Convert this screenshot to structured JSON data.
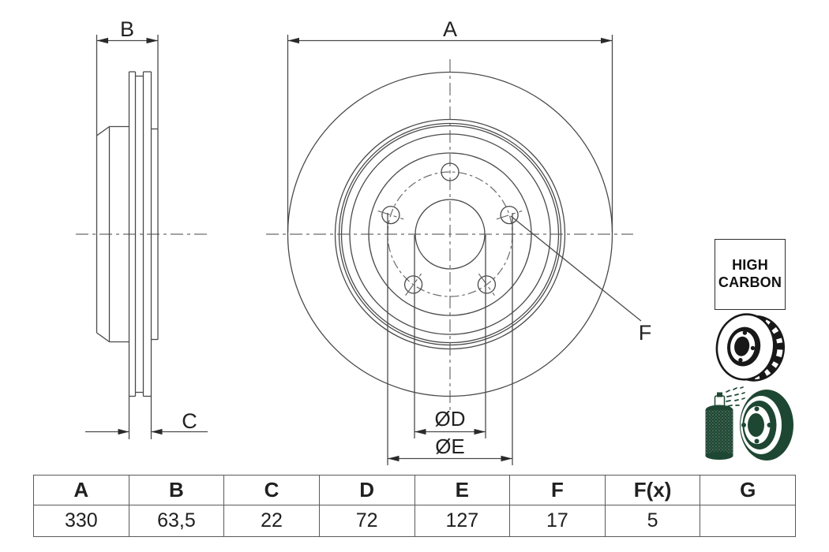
{
  "drawing": {
    "dim_labels": {
      "a": "A",
      "b": "B",
      "c": "C",
      "f": "F",
      "diameter_d": "ØD",
      "diameter_e": "ØE"
    }
  },
  "badge": {
    "line1": "HIGH",
    "line2": "CARBON"
  },
  "icons": {
    "vented_disc": "vented-brake-disc-icon",
    "coated_disc": "spray-coated-disc-icon"
  },
  "colors": {
    "drawing_line": "#4a4a4a",
    "centerline": "#6b6b6b",
    "text": "#222222",
    "icon_black": "#181818",
    "icon_green": "#1e4733"
  },
  "table": {
    "headers": [
      "A",
      "B",
      "C",
      "D",
      "E",
      "F",
      "F(x)",
      "G"
    ],
    "values": [
      "330",
      "63,5",
      "22",
      "72",
      "127",
      "17",
      "5",
      ""
    ]
  }
}
